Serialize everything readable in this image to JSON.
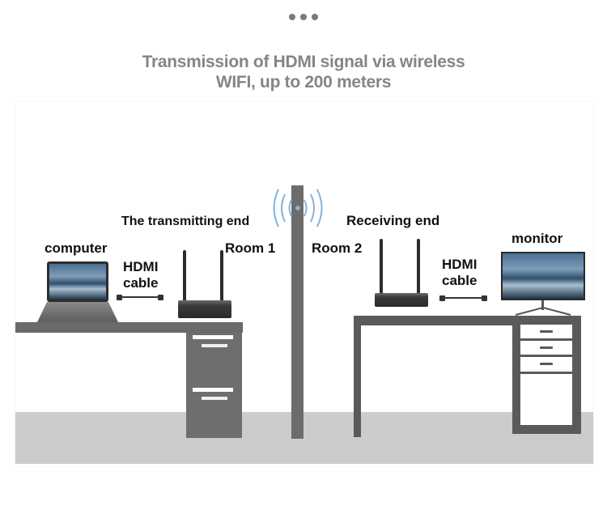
{
  "header": {
    "dots": [
      "dot",
      "dot",
      "dot"
    ],
    "title_line1": "Transmission of HDMI signal via wireless",
    "title_line2": "WIFI, up to 200 meters"
  },
  "left_room": {
    "room_label": "Room 1",
    "section_label": "The transmitting end",
    "device_label": "computer",
    "cable_label_line1": "HDMI",
    "cable_label_line2": "cable"
  },
  "right_room": {
    "room_label": "Room 2",
    "section_label": "Receiving end",
    "device_label": "monitor",
    "cable_label_line1": "HDMI",
    "cable_label_line2": "cable"
  },
  "icons": {
    "wifi": "wifi-signal-icon"
  },
  "colors": {
    "title": "#858585",
    "wall": "#6c6c6c",
    "floor": "#cccccc",
    "wifi": "#7fb2e0",
    "desk_left": "#6a6a6a",
    "desk_right": "#5a5a5a"
  }
}
